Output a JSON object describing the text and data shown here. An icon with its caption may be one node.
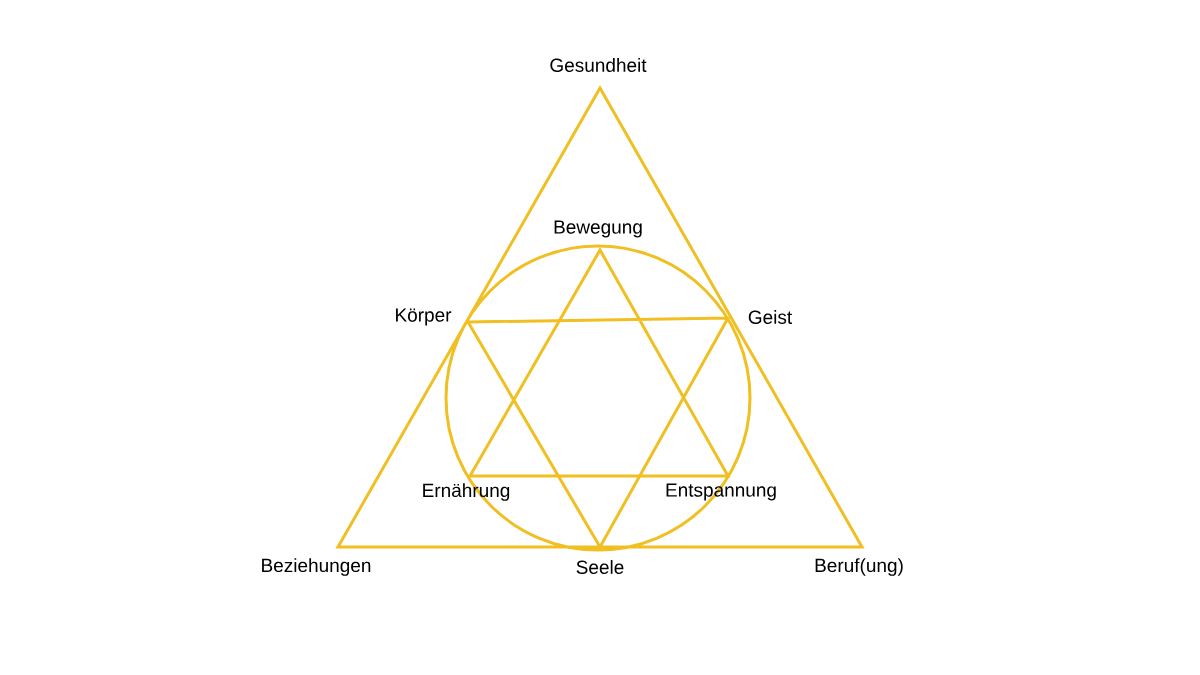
{
  "diagram": {
    "labels": [
      "Gesundheit",
      "Bewegung",
      "Körper",
      "Geist",
      "Ernährung",
      "Entspannung",
      "Beziehungen",
      "Seele",
      "Beruf(ung)"
    ]
  }
}
